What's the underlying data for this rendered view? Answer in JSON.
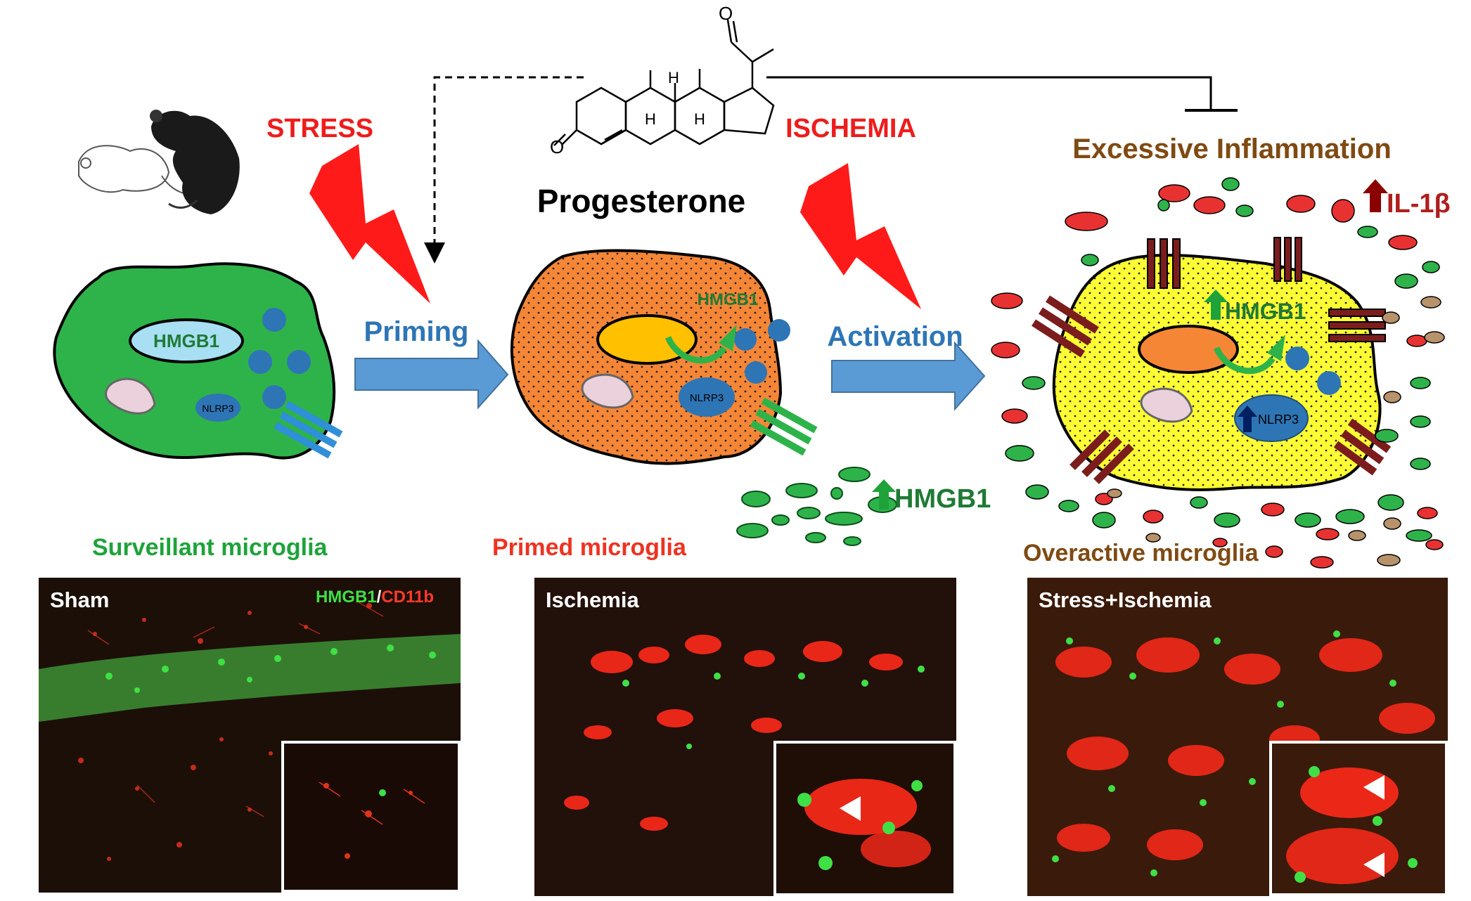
{
  "top_labels": {
    "stress": "STRESS",
    "ischemia": "ISCHEMIA",
    "drug": "Progesterone",
    "excessive": "Excessive Inflammation",
    "il1b": "IL-1β"
  },
  "arrows": {
    "priming": "Priming",
    "activation": "Activation"
  },
  "cells": {
    "surveillant": {
      "hmgb1": "HMGB1",
      "nlrp3": "NLRP3",
      "fill": "#2eb34a"
    },
    "primed": {
      "hmgb1": "HMGB1",
      "nlrp3": "NLRP3",
      "fill": "#f58636"
    },
    "overactive": {
      "hmgb1": "HMGB1",
      "nlrp3": "NLRP3",
      "fill": "#ffff33"
    }
  },
  "released": {
    "hmgb1": "HMGB1"
  },
  "molecule_atoms": {
    "o1": "O",
    "o2": "O",
    "h1": "H",
    "h2": "H",
    "h3": "H"
  },
  "captions": {
    "surveillant": "Surveillant microglia",
    "primed": "Primed microglia",
    "overactive": "Overactive microglia"
  },
  "panels": {
    "sham": {
      "tag": "Sham",
      "stain_green": "HMGB1",
      "stain_sep": "/",
      "stain_red": "CD11b"
    },
    "ischemia": {
      "tag": "Ischemia"
    },
    "stress_ischemia": {
      "tag": "Stress+Ischemia"
    }
  },
  "colors": {
    "red_label": "#ee1c1c",
    "blue_label": "#2e75b6",
    "brown_label": "#7f4a12",
    "green_label": "#1ea33a",
    "hmgb1_green": "#1f7a35",
    "arrow_fill": "#5b9bd5",
    "receptor_dark": "#7b1d1d",
    "receptor_blue": "#2f8fd8",
    "receptor_green": "#2eb34a"
  }
}
